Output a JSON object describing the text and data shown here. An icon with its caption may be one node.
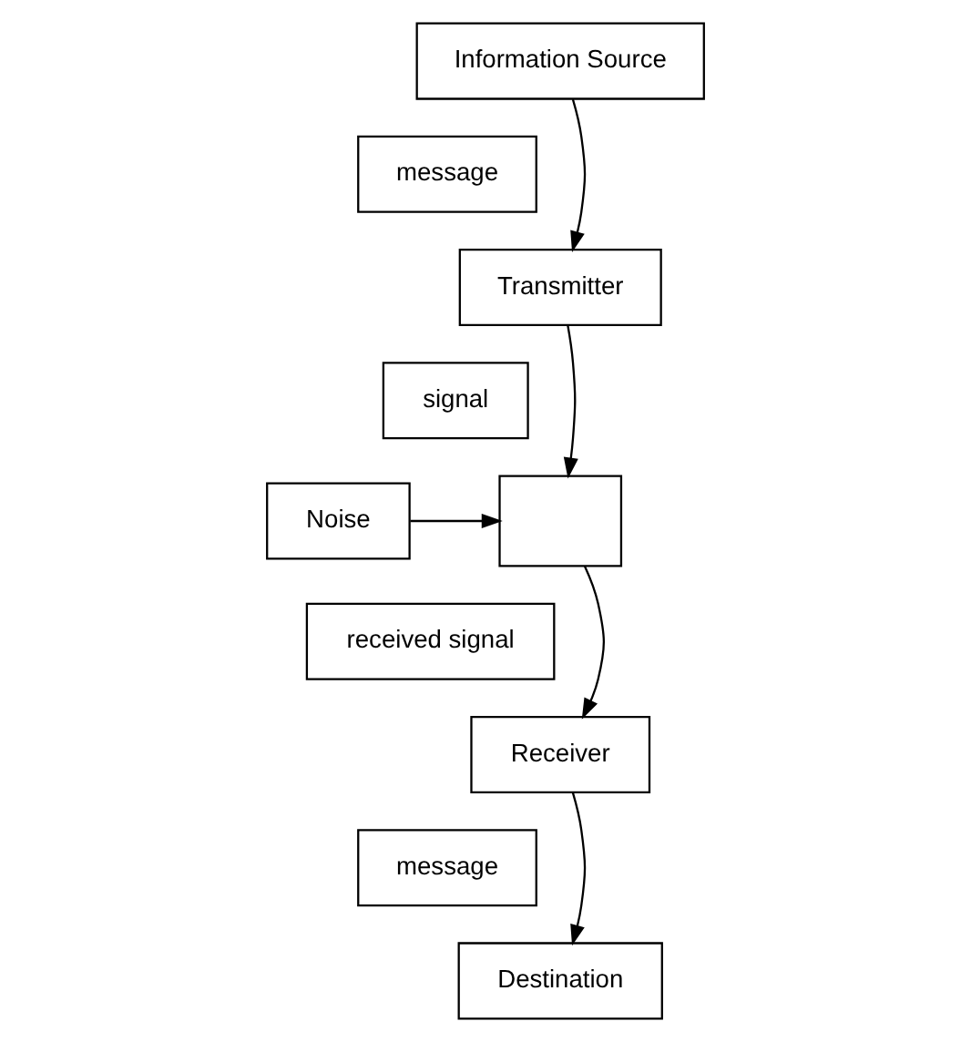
{
  "diagram": {
    "nodes": [
      {
        "text": [
          "Information Source"
        ]
      },
      {
        "text": [
          "message"
        ]
      },
      {
        "text": [
          "Transmitter"
        ]
      },
      {
        "text": [
          "signal"
        ]
      },
      {
        "text": [
          "Noise"
        ]
      },
      {
        "text": [],
        "shape": "box"
      },
      {
        "text": [
          "received signal"
        ]
      },
      {
        "text": [
          "Receiver"
        ]
      },
      {
        "text": [
          "message"
        ]
      },
      {
        "text": [
          "Destination"
        ]
      }
    ],
    "edges": [
      {
        "from": 0,
        "to": 2,
        "arrow": "to"
      },
      {
        "from": 2,
        "to": 5,
        "arrow": "to"
      },
      {
        "from": 4,
        "to": 5,
        "arrow": "to"
      },
      {
        "from": 5,
        "to": 7,
        "arrow": "to"
      },
      {
        "from": 7,
        "to": 9,
        "arrow": "to"
      }
    ]
  }
}
